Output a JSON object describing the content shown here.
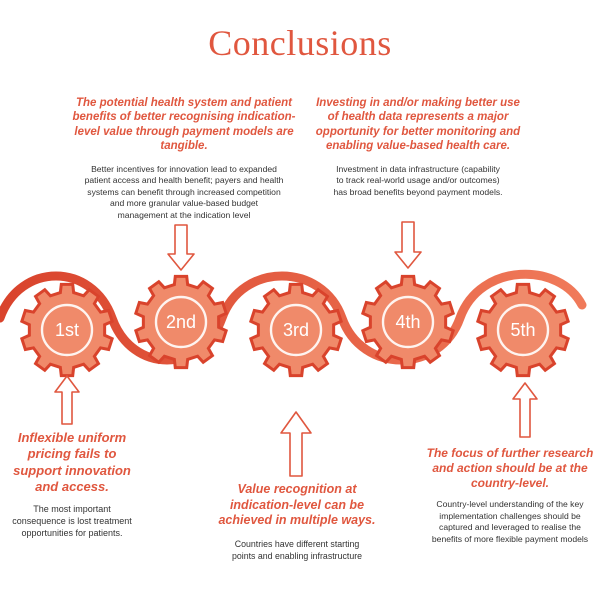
{
  "title": "Conclusions",
  "colors": {
    "accent": "#e0573f",
    "gear_fill": "#f08a6a",
    "text": "#333333"
  },
  "gears": [
    {
      "label": "1st"
    },
    {
      "label": "2nd"
    },
    {
      "label": "3rd"
    },
    {
      "label": "4th"
    },
    {
      "label": "5th"
    }
  ],
  "points": {
    "first": {
      "heading": "Inflexible uniform pricing fails to support innovation and access.",
      "body": "The most important consequence is lost treatment opportunities for patients."
    },
    "second": {
      "heading": "The potential health system and patient benefits of better recognising indication-level value through payment models are tangible.",
      "body": "Better incentives for innovation lead to expanded patient access and health benefit; payers and health systems can benefit through increased competition and more granular value-based budget management at the indication level"
    },
    "third": {
      "heading": "Value recognition at indication-level can be achieved in multiple ways.",
      "body": "Countries have different starting points and enabling infrastructure"
    },
    "fourth": {
      "heading": "Investing in and/or making better use of health data represents a major opportunity for better monitoring and enabling value-based health care.",
      "body": "Investment in data infrastructure (capability to track real-world usage and/or outcomes) has broad benefits beyond payment models."
    },
    "fifth": {
      "heading": "The focus of further research and action should be at the country-level.",
      "body": "Country-level understanding of the key implementation challenges should be captured and leveraged to realise the benefits of more flexible payment models"
    }
  }
}
